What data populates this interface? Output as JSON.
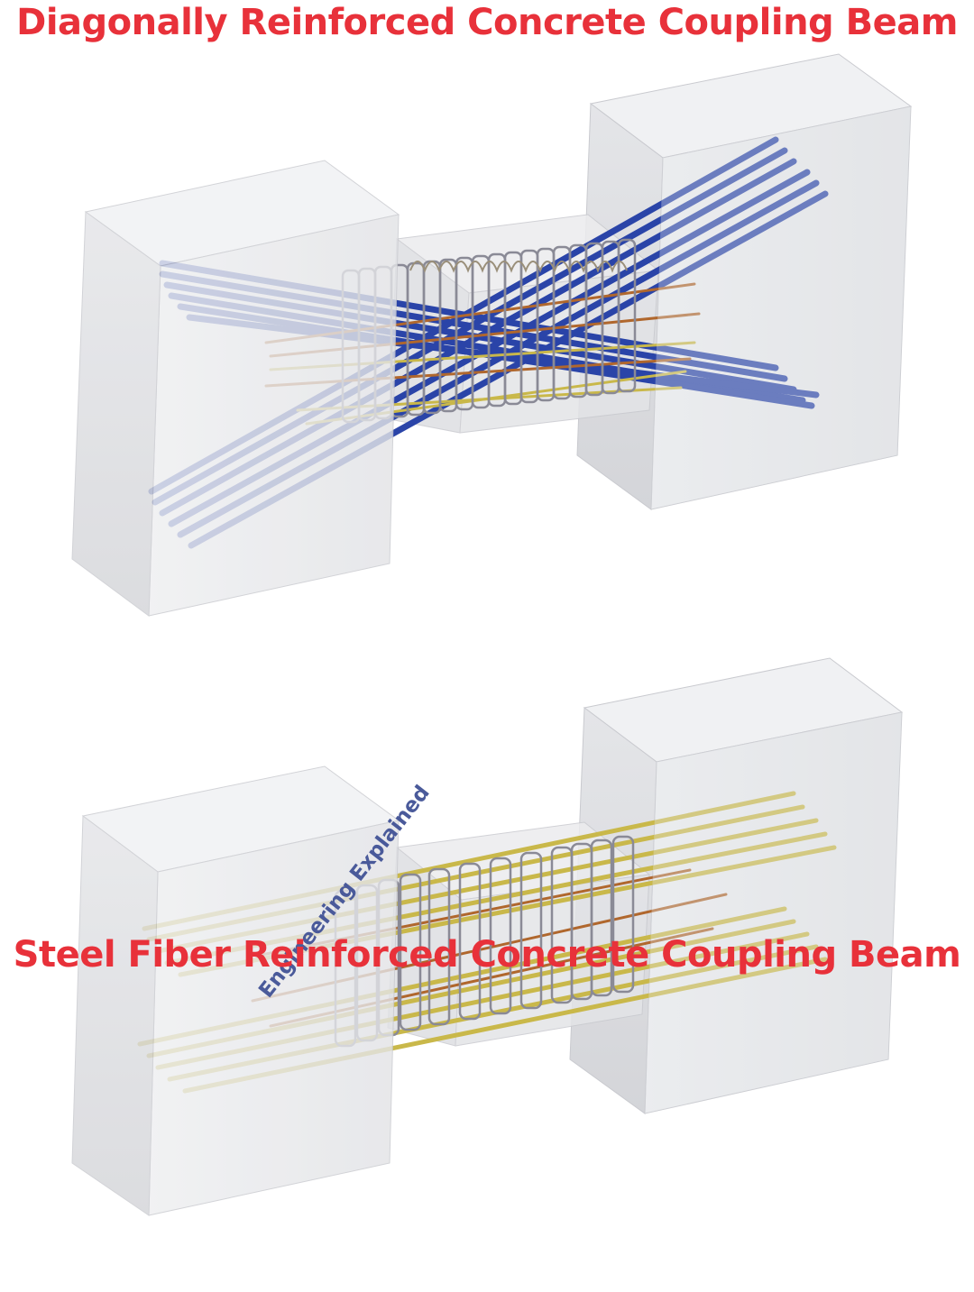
{
  "titles": {
    "top": "Diagonally Reinforced Concrete Coupling Beam",
    "bottom": "Steel Fiber Reinforced Concrete Coupling Beam"
  },
  "watermark": "Engineering Explained",
  "colors": {
    "title": "#e8313a",
    "concrete": "#dcdde0",
    "diagonal_bars": "#2a44a8",
    "longitudinal_bars": "#c9b84a",
    "stirrups": "#8a8a96",
    "intermediate_bars": "#b0672d",
    "watermark": "#4a5a9a"
  },
  "diagrams": [
    {
      "name": "diagonal-reinforcement",
      "reinforcement": "diagonal-bars"
    },
    {
      "name": "steel-fiber-reinforcement",
      "reinforcement": "longitudinal-bars"
    }
  ]
}
